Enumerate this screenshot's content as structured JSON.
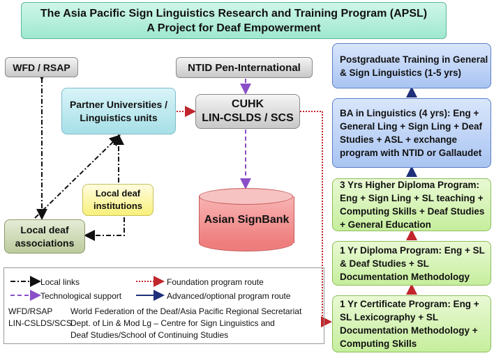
{
  "title": {
    "line1": "The Asia Pacific Sign Linguistics Research and Training Program (APSL)",
    "line2": "A Project for Deaf Empowerment"
  },
  "nodes": {
    "wfd": "WFD / RSAP",
    "ntid": "NTID Pen-International",
    "cuhk_line1": "CUHK",
    "cuhk_line2": "LIN-CSLDS / SCS",
    "partner": "Partner Universities / Linguistics units",
    "institutions": "Local deaf institutions",
    "associations": "Local deaf associations",
    "signbank": "Asian SignBank"
  },
  "programs": [
    {
      "text": "Postgraduate Training in General & Sign Linguistics (1-5 yrs)"
    },
    {
      "text": "BA in Linguistics (4 yrs): Eng + General Ling + Sign Ling + Deaf Studies + ASL + exchange program with NTID or Gallaudet"
    },
    {
      "text": "3 Yrs Higher Diploma Program: Eng + Sign Ling + SL teaching + Computing Skills + Deaf Studies + General Education"
    },
    {
      "text": "1 Yr Diploma Program: Eng + SL & Deaf Studies + SL Documentation Methodology"
    },
    {
      "text": "1 Yr Certificate Program: Eng + SL Lexicography + SL Documentation Methodology + Computing Skills"
    }
  ],
  "legend": {
    "local_links": "Local links",
    "tech_support": "Technological support",
    "foundation": "Foundation program route",
    "advanced": "Advanced/optional program route",
    "abbr1_key": "WFD/RSAP",
    "abbr1_val": "World Federation of the Deaf/Asia Pacific Regional Secretariat",
    "abbr2_key": "LIN-CSLDS/SCS",
    "abbr2_val1": "Dept. of Lin & Mod Lg – Centre for Sign Linguistics and",
    "abbr2_val2": "Deaf Studies/School of Continuing Studies"
  },
  "colors": {
    "local": "#111111",
    "tech": "#8a4fc7",
    "foundation": "#c0262c",
    "advanced": "#1f2f7a"
  }
}
